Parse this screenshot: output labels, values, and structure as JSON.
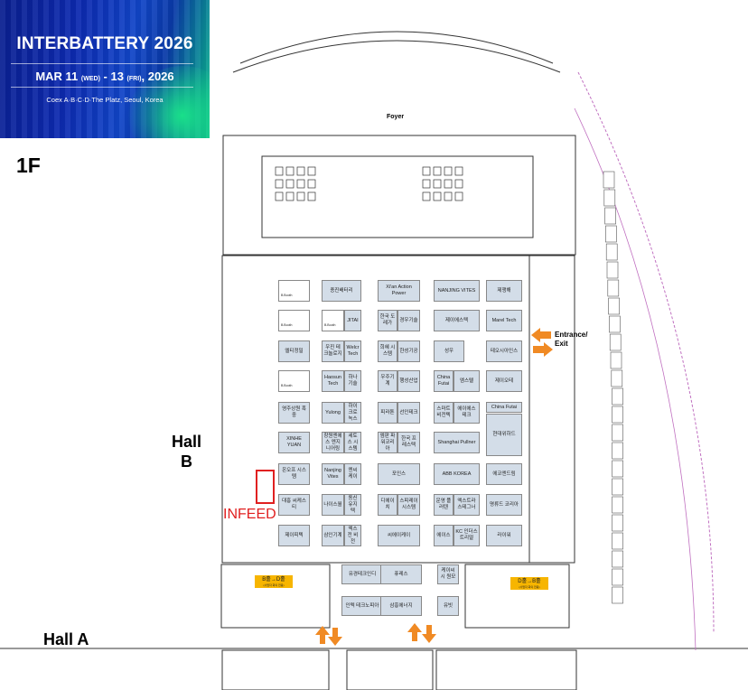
{
  "banner": {
    "title": "INTERBATTERY 2026",
    "date_start": "MAR 11",
    "date_start_day": "(WED)",
    "date_sep": " - 13 ",
    "date_end_day": "(FRI)",
    "date_year": ", 2026",
    "venue": "Coex A·B·C·D·The Platz, Seoul, Korea"
  },
  "map": {
    "floor": "1F",
    "hall_b": "Hall\nB",
    "hall_a": "Hall A",
    "infeed": "INFEED",
    "foyer": "Foyer",
    "entrance": "Entrance/\nExit",
    "sign_b_to_d": "B홀→D홀",
    "sign_d_to_b": "D홀→B홀",
    "sign_sub": "(사업자 회의 전용)",
    "colors": {
      "booth": "#d3dde8",
      "infeed": "#e02020",
      "arrow": "#f08a24",
      "sign": "#f7b500"
    }
  },
  "booths": [
    [
      "B.Booth",
      "종진배터리",
      "Xi'an Action Power",
      "NANJING VITES",
      "제쟁해"
    ],
    [
      "B.Booth",
      "B.Booth",
      "JITAI",
      "한국 도레가",
      "경우기술",
      "제이에스텍",
      "Marel Tech"
    ],
    [
      "엘티정밀",
      "우진 테크놀로지",
      "Welcr Tech",
      "희혜 시스템",
      "한성기공",
      "성우",
      "테오시아인스"
    ],
    [
      "B.Booth",
      "Haosun Tech",
      "하나기술",
      "우주기계",
      "행성산업",
      "China Futai",
      "엠스텔",
      "제이오테"
    ],
    [
      "영주상원 흑중",
      "Yulong",
      "하이크로 녹스",
      "피라톤",
      "선인테크",
      "스마트 비전텍",
      "에이에스 테크",
      "China Futai"
    ],
    [
      "XINHE YUAN",
      "창원엔에스 엔지니어링",
      "세토스 시스템",
      "엠판 파워코리아",
      "한국 프레스텍",
      "Shanghai Pullner",
      "현대위하드"
    ],
    [
      "온오프 시스템",
      "Nanjing Vites",
      "엔씨케이",
      "포인스",
      "ABB KOREA",
      "에코엔드림"
    ],
    [
      "대흥 씨케스티",
      "나이스월",
      "동신 유지텍",
      "디에이치",
      "스피레이 시스템",
      "운영 플러텐",
      "엑스트라 스테그너",
      "명류드 코리아"
    ],
    [
      "제이피텍",
      "삼인기계",
      "엑스전 비전",
      "씨에이케이",
      "에이스",
      "KC 인더스 트리얼",
      "라이워"
    ],
    [
      "유경테크인디",
      "퓨레스",
      "케이씨시 원모"
    ],
    [
      "인텍 테크노피아",
      "삼흥에너지",
      "유빗"
    ]
  ]
}
